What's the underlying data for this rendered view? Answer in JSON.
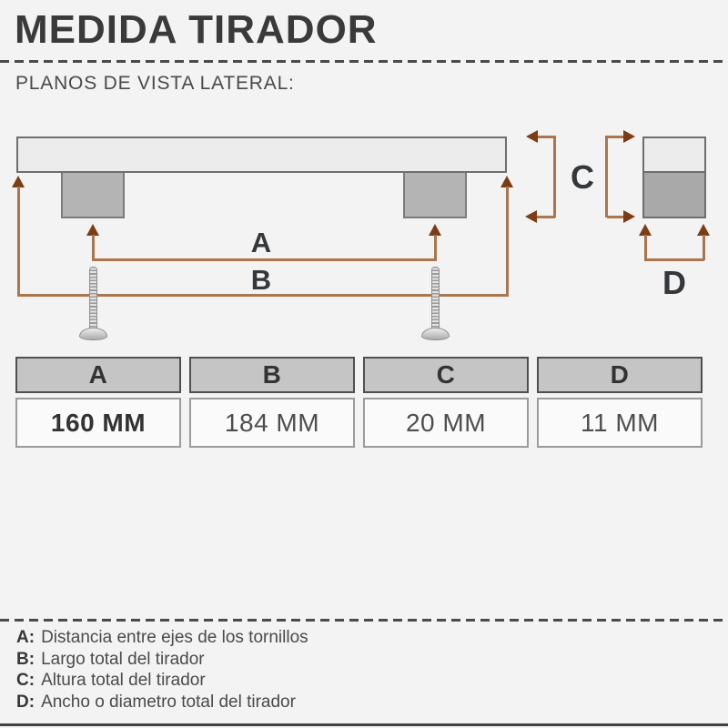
{
  "header": {
    "title": "MEDIDA TIRADOR",
    "subtitle": "PLANOS DE VISTA LATERAL:"
  },
  "diagram": {
    "labels": {
      "a": "A",
      "b": "B",
      "c": "C",
      "d": "D"
    }
  },
  "table": {
    "columns": [
      {
        "label": "A",
        "value": "160 MM"
      },
      {
        "label": "B",
        "value": "184 MM"
      },
      {
        "label": "C",
        "value": "20 MM"
      },
      {
        "label": "D",
        "value": "11 MM"
      }
    ]
  },
  "legend": {
    "items": [
      {
        "key": "A:",
        "text": "Distancia entre ejes de los tornillos"
      },
      {
        "key": "B:",
        "text": "Largo total del tirador"
      },
      {
        "key": "C:",
        "text": "Altura total del tirador"
      },
      {
        "key": "D:",
        "text": "Ancho o diametro total del tirador"
      }
    ]
  },
  "colors": {
    "background": "#f3f3f3",
    "ink": "#3a3a3a",
    "arrow_line": "#ab764e",
    "arrow_head": "#7d3d14",
    "bar_fill": "#ececec",
    "post_fill": "#b4b4b4",
    "outline": "#6e6e6e",
    "table_header_bg": "#c5c5c5",
    "table_cell_bg": "#fafafa"
  }
}
